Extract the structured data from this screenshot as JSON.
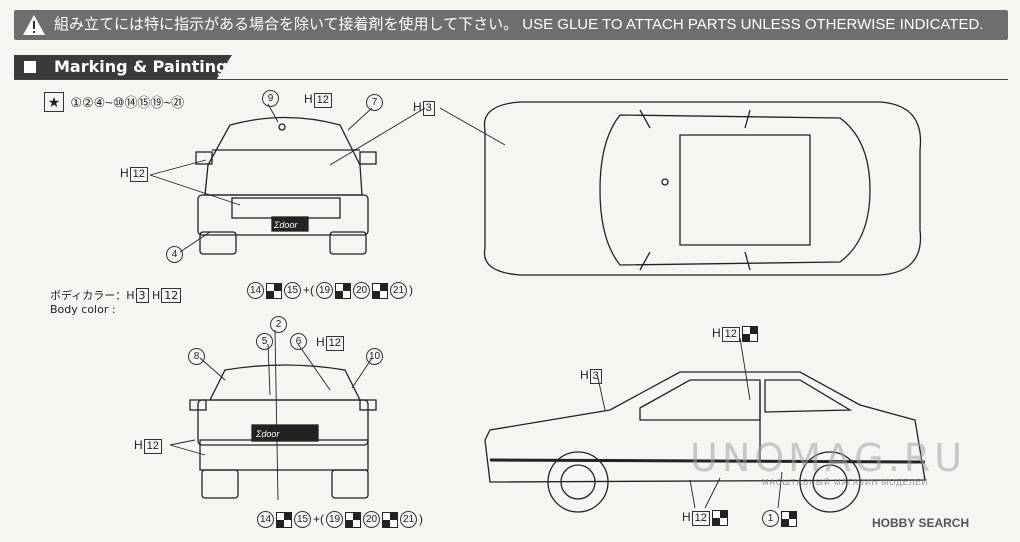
{
  "warning": {
    "icon": "warning-icon",
    "text": "組み立てには特に指示がある場合を除いて接着剤を使用して下さい。 USE GLUE TO ATTACH PARTS UNLESS OTHERWISE INDICATED."
  },
  "section": {
    "title": "Marking & Painting"
  },
  "star_parts": "①②④~⑩⑭⑮⑲~㉑",
  "front_view": {
    "labels": {
      "p9": "9",
      "p7": "7",
      "p4": "4",
      "h12_top": "12",
      "h12_left": "12",
      "h3": "3"
    },
    "plate": "Σdoor",
    "decals": {
      "a": "14",
      "b": "15",
      "c": "19",
      "d": "20",
      "e": "21"
    }
  },
  "body_color": {
    "label_jp": "ボディカラー：",
    "label_en": "Body color :",
    "c1": "3",
    "c2": "12"
  },
  "rear_view": {
    "labels": {
      "p2": "2",
      "p5": "5",
      "p6": "6",
      "p8": "8",
      "p10": "10",
      "h12_top": "12",
      "h12_left": "12"
    },
    "plate": "Σdoor",
    "decals": {
      "a": "14",
      "b": "15",
      "c": "19",
      "d": "20",
      "e": "21"
    }
  },
  "side_view": {
    "labels": {
      "h12_top": "12",
      "h3": "3",
      "h12_bottom": "12",
      "p1": "1"
    }
  },
  "top_view": {
    "labels": {
      "h3": "3"
    }
  },
  "watermark": {
    "main": "UNOMAG.RU",
    "sub": "МАСШТАБНЫЙ МАГАЗИН МОДЕЛЕЙ"
  },
  "credit": "HOBBY SEARCH"
}
